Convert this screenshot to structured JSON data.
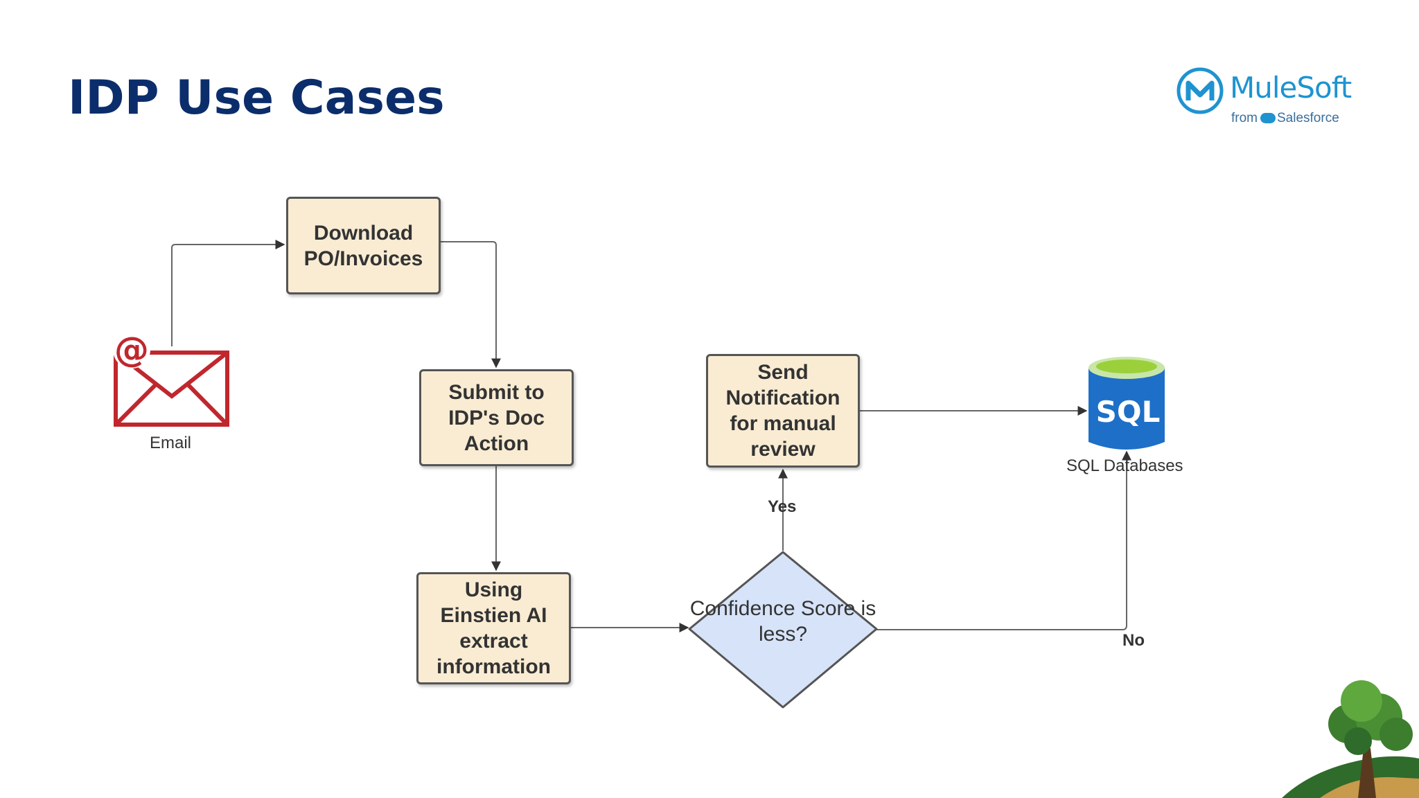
{
  "slide": {
    "title": "IDP Use Cases"
  },
  "logo": {
    "name": "MuleSoft",
    "from": "from",
    "brand": "Salesforce"
  },
  "diagram": {
    "email_label": "Email",
    "steps": {
      "download": "Download PO/Invoices",
      "submit": "Submit to IDP's Doc Action",
      "extract": "Using Einstien AI extract information",
      "notify": "Send Notification for manual review"
    },
    "decision": "Confidence Score is less?",
    "yes_label": "Yes",
    "no_label": "No",
    "database_icon_text": "SQL",
    "database_label": "SQL Databases"
  },
  "colors": {
    "title": "#0b2d6b",
    "brand_blue": "#1f93d0",
    "box_fill": "#f9ecd3",
    "decision_fill": "#d6e3f8",
    "email_red": "#c0272d",
    "sql_blue": "#1e6fc7",
    "sql_top": "#9bd03a"
  },
  "icons": [
    "email-icon",
    "sql-database-icon",
    "mulesoft-logo-icon",
    "tree-illustration"
  ]
}
